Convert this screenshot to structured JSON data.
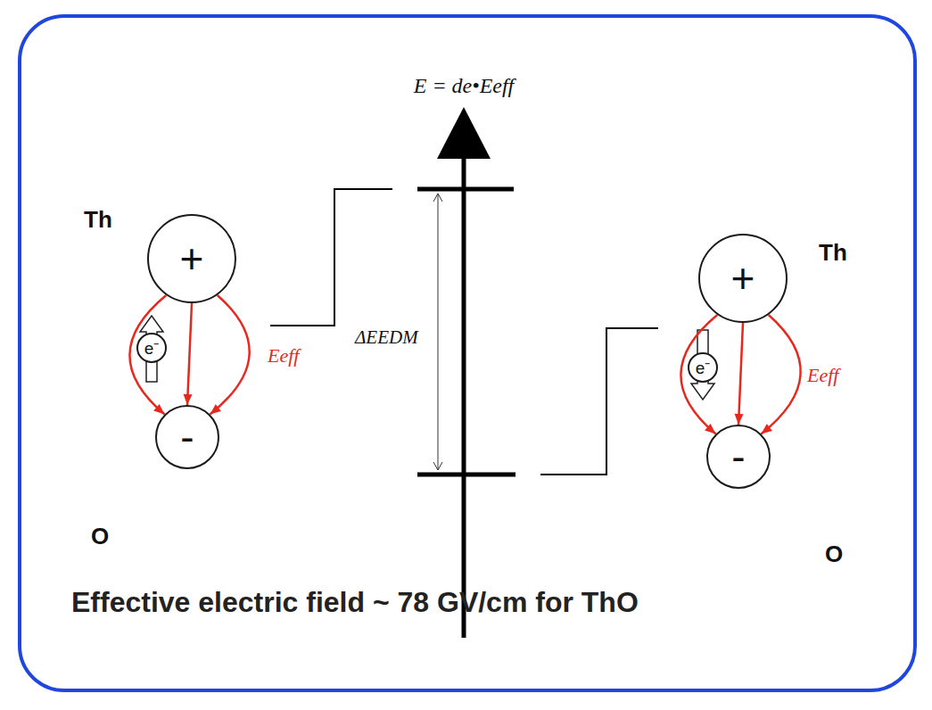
{
  "diagram": {
    "caption": "Effective electric field ~ 78 GV/cm for ThO",
    "nodes": [
      {
        "text": [
          "Th",
          "O"
        ]
      },
      {
        "text": [
          "+"
        ],
        "in": 0
      },
      {
        "text": [
          "e⁻"
        ],
        "in": 0
      },
      {
        "text": [
          "-"
        ],
        "in": 0
      },
      {
        "text": [
          "Th",
          "O"
        ]
      },
      {
        "text": [
          "+"
        ],
        "in": 4
      },
      {
        "text": [
          "e⁻"
        ],
        "in": 4
      },
      {
        "text": [
          "-"
        ],
        "in": 4
      }
    ],
    "edges": [
      {
        "from": 1,
        "to": 3,
        "arrow": "to"
      },
      {
        "from": 1,
        "to": 3,
        "arrow": "to"
      },
      {
        "from": 1,
        "to": 3,
        "arrow": "to"
      },
      {
        "from": 5,
        "to": 7,
        "arrow": "to"
      },
      {
        "from": 5,
        "to": 7,
        "arrow": "to"
      },
      {
        "from": 5,
        "to": 7,
        "arrow": "to"
      }
    ],
    "labels": [
      "E = de•Eeff",
      "ΔEEDM",
      "Eeff",
      "Eeff"
    ]
  }
}
